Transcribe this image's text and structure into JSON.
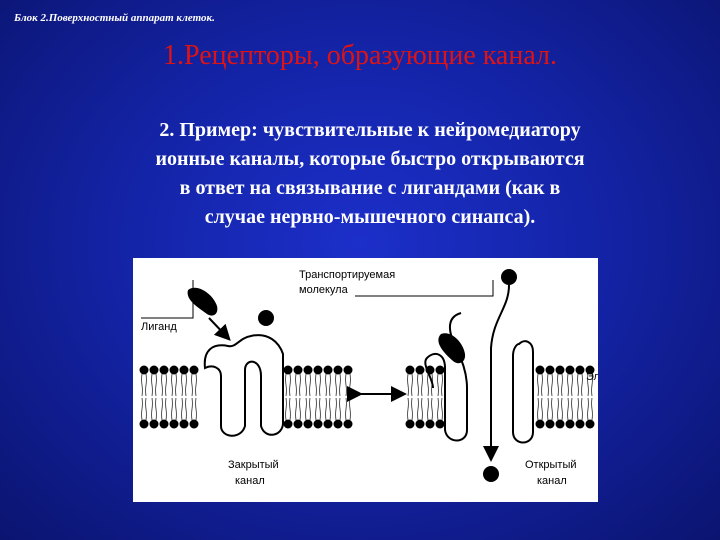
{
  "header": {
    "text": "Блок 2.Поверхностный аппарат клеток."
  },
  "title": {
    "text": "1.Рецепторы, образующие канал."
  },
  "body": {
    "lines": [
      "2. Пример: чувствительные к нейромедиатору",
      "ионные каналы, которые быстро открываются",
      "в ответ на связывание с лигандами (как в",
      "случае нервно-мышечного синапса)."
    ]
  },
  "figure": {
    "labels": {
      "transported_line1": "Транспортируемая",
      "transported_line2": "молекула",
      "ligand": "Лиганд",
      "closed_line1": "Закрытый",
      "closed_line2": "канал",
      "open_line1": "Открытый",
      "open_line2": "канал",
      "cut_text": "Эл"
    }
  },
  "colors": {
    "background": "#1424a8",
    "title": "#e01313",
    "text": "#ffffff",
    "figure_bg": "#ffffff"
  }
}
